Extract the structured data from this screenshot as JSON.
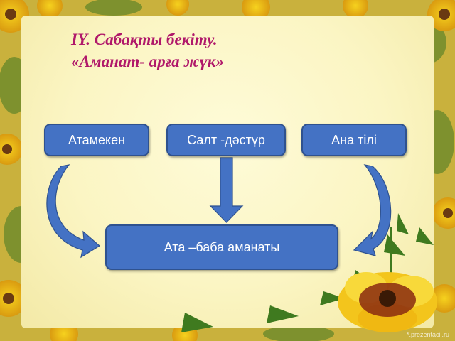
{
  "slide": {
    "title_line1": "IY. Сабақты бекіту.",
    "title_line2": "«Аманат- арға жүк»",
    "boxes": {
      "left": "Атамекен",
      "center": "Салт -дәстүр",
      "right": "Ана тілі",
      "bottom": "Ата –баба  аманаты"
    },
    "watermark": "*.prezentacii.ru",
    "colors": {
      "title": "#b0186a",
      "box_fill": "#4472c4",
      "box_border": "#2f528f",
      "arrow": "#4472c4",
      "panel": "#fbf5c3"
    },
    "decoration_icons": [
      "sunflower-border",
      "marigold-flower",
      "leaves"
    ]
  }
}
